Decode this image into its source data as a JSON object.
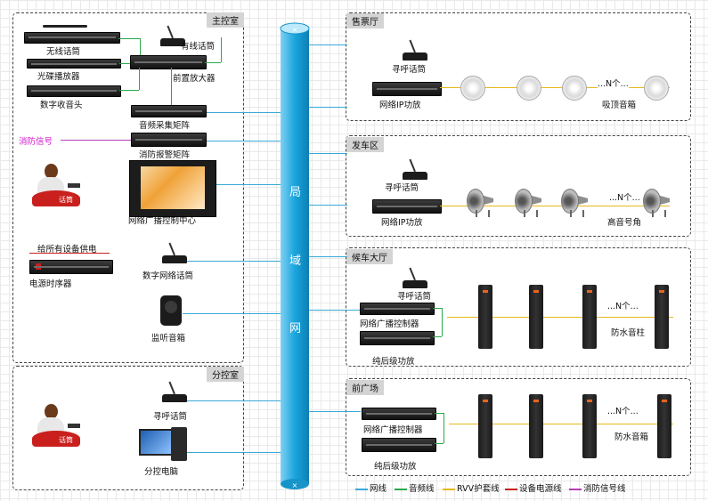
{
  "network": {
    "label_1": "局",
    "label_2": "域",
    "label_3": "网"
  },
  "main_room": {
    "title": "主控室",
    "wireless_mic": "无线话筒",
    "wired_mic": "有线话筒",
    "cd_player": "光碟播放器",
    "preamp": "前置放大器",
    "digital_tuner": "数字收音头",
    "audio_matrix": "音频采集矩阵",
    "fire_signal": "消防信号",
    "fire_matrix": "消防报警矩阵",
    "control_center": "网络广播控制中心",
    "power_note": "给所有设备供电",
    "power_sequencer": "电源时序器",
    "digital_mic": "数字网络话筒",
    "monitor_speaker": "监听音箱",
    "person_tag": "话筒"
  },
  "sub_room": {
    "title": "分控室",
    "paging_mic": "寻呼话筒",
    "pc": "分控电脑",
    "person_tag": "话筒"
  },
  "ticket_hall": {
    "title": "售票厅",
    "paging_mic": "寻呼话筒",
    "amp": "网络IP功放",
    "n_more": "...N个...",
    "speaker": "吸顶音箱"
  },
  "departure": {
    "title": "发车区",
    "paging_mic": "寻呼话筒",
    "amp": "网络IP功放",
    "n_more": "...N个...",
    "speaker": "高音号角"
  },
  "waiting_hall": {
    "title": "候车大厅",
    "paging_mic": "寻呼话筒",
    "controller": "网络广播控制器",
    "amp": "纯后级功放",
    "n_more": "...N个...",
    "speaker": "防水音柱"
  },
  "plaza": {
    "title": "前广场",
    "controller": "网络广播控制器",
    "amp": "纯后级功放",
    "n_more": "...N个...",
    "speaker": "防水音箱"
  },
  "legend": [
    {
      "label": "网线",
      "color": "#3aa9d9"
    },
    {
      "label": "音频线",
      "color": "#2aa84a"
    },
    {
      "label": "RVV护套线",
      "color": "#e7b91a"
    },
    {
      "label": "设备电源线",
      "color": "#c9201e"
    },
    {
      "label": "消防信号线",
      "color": "#b23fb5"
    }
  ]
}
